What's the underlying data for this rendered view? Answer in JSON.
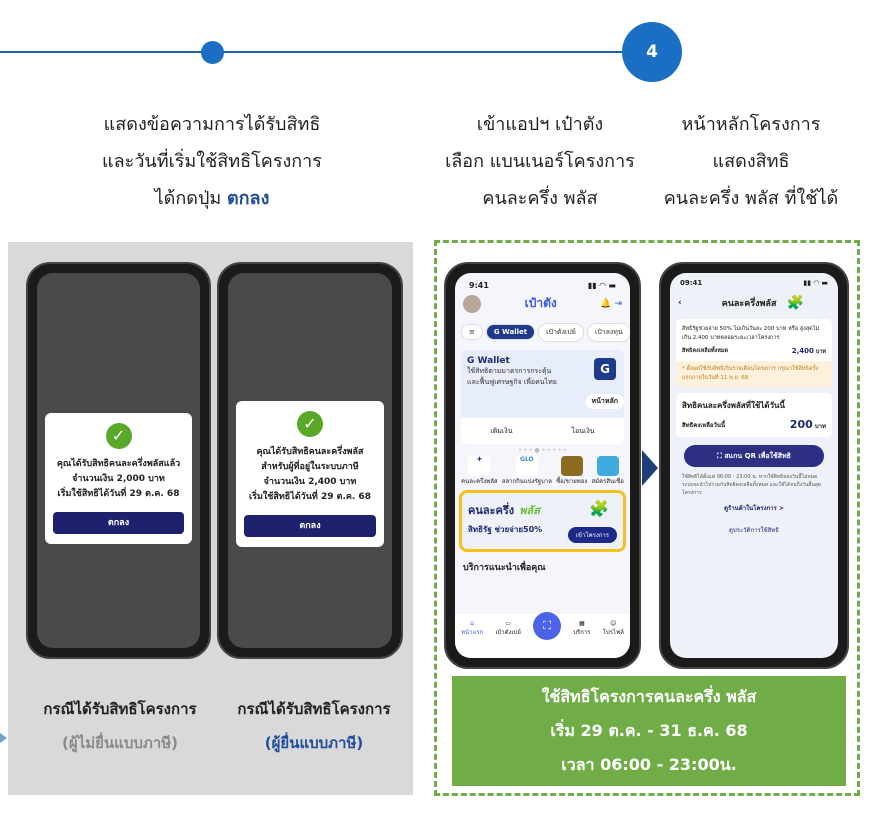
{
  "step": {
    "number": "4"
  },
  "headings": {
    "col1": [
      "แสดงข้อความการได้รับสิทธิ",
      "และวันที่เริ่มใช้สิทธิโครงการ",
      "ได้กดปุ่ม",
      "ตกลง"
    ],
    "col2": [
      "เข้าแอปฯ เป๋าตัง",
      "เลือก แบนเนอร์โครงการ",
      "คนละครึ่ง พลัส"
    ],
    "col3": [
      "หน้าหลักโครงการ",
      "แสดงสิทธิ",
      "คนละครึ่ง พลัส ที่ใช้ได้"
    ]
  },
  "dialog1": {
    "lines": [
      "คุณได้รับสิทธิคนละครึ่งพลัสแล้ว",
      "จำนวนเงิน 2,000 บาท",
      "เริ่มใช้สิทธิได้วันที่ 29 ต.ค. 68"
    ],
    "ok": "ตกลง"
  },
  "dialog2": {
    "lines": [
      "คุณได้รับสิทธิคนละครึ่งพลัส",
      "สำหรับผู้ที่อยู่ในระบบภาษี",
      "จำนวนเงิน 2,400 บาท",
      "เริ่มใช้สิทธิได้วันที่ 29 ต.ค. 68"
    ],
    "ok": "ตกลง"
  },
  "captions": {
    "left": {
      "line1": "กรณีได้รับสิทธิโครงการ",
      "line2": "(ผู้ไม่ยื่นแบบภาษี)"
    },
    "right": {
      "line1": "กรณีได้รับสิทธิโครงการ",
      "line2": "(ผู้ยื่นแบบภาษี)"
    }
  },
  "app": {
    "time": "9:41",
    "title": "เป๋าตัง",
    "tabs": [
      "G Wallet",
      "เป๋าตังเปย์",
      "เป๋าลงทุน"
    ],
    "wallet": {
      "title": "G Wallet",
      "desc1": "ใช้สิทธิตามมาตรการกระตุ้น",
      "desc2": "และฟื้นฟูเศรษฐกิจ เพื่อคนไทย",
      "home": "หน้าหลัก",
      "topup": "เติมเงิน",
      "transfer": "โอนเงิน"
    },
    "shortcuts": [
      "คนละครึ่งพลัส",
      "สลากกินแบ่งรัฐบาล",
      "ซื้อ/ขายทอง",
      "สมัครสินเชื่อ"
    ],
    "banner": {
      "title": "คนละครึ่ง",
      "plus": "พลัส",
      "sub": "สิทธิรัฐ ช่วยจ่าย50%",
      "button": "เข้าโครงการ"
    },
    "section": "บริการแนะนำเพื่อคุณ",
    "nav": [
      "หน้าแรก",
      "เป๋าตังเปย์",
      "บริการ",
      "โปรไฟล์"
    ]
  },
  "project": {
    "time": "09:41",
    "title": "คนละครึ่งพลัส",
    "info": "สิทธิรัฐช่วยจ่าย 50% ไม่เกินวันละ 200 บาท หรือ สูงสุดไม่เกิน 2,400 บาทตลอดระยะเวลาโครงการ",
    "remaining_total_label": "สิทธิคงเหลือทั้งหมด",
    "remaining_total": "2,400",
    "currency": "บาท",
    "notice": "* ตั้งแต่ใช้กับสิทธิเกินรายเดือนโครงการ กรุณาใช้สิทธิครั้งแรกภายในวันที่ 11 พ.ย. 68",
    "today_title": "สิทธิคนละครึ่งพลัสที่ใช้ได้วันนี้",
    "today_label": "สิทธิคงเหลือวันนี้",
    "today_value": "200",
    "scan": "สแกน QR เพื่อใช้สิทธิ",
    "hours_note": "ใช้สิทธิได้ตั้งแต่ 06:00 - 23:00 น. หากใช้สิทธิของวันนี้ไม่หมด ระบบจะนำไปรวมกับสิทธิคงเหลือทั้งหมด และใช้ได้จนถึงวันสิ้นสุดโครงการ",
    "shops": "ดูร้านค้าในโครงการ >",
    "history": "ดูประวัติการใช้สิทธิ"
  },
  "summary": [
    "ใช้สิทธิโครงการคนละครึ่ง พลัส",
    "เริ่ม 29 ต.ค. - 31 ธ.ค. 68",
    "เวลา 06:00 - 23:00น."
  ],
  "colors": {
    "accent": "#1a6fc4",
    "navy": "#1e226e",
    "green": "#70ad47",
    "gray_panel": "#d9d9d9"
  }
}
